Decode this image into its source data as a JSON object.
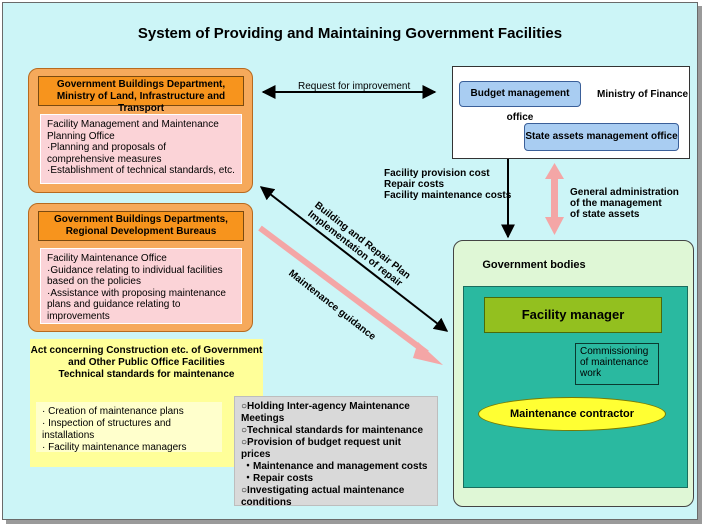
{
  "title": "System of Providing and Maintaining Government Facilities",
  "mlit": {
    "header": "Government Buildings Department, Ministry of Land, Infrastructure and Transport",
    "office": "Facility Management and Maintenance Planning Office",
    "items": [
      "·Planning and proposals of comprehensive measures",
      "·Establishment of technical standards, etc."
    ]
  },
  "regional": {
    "header": "Government Buildings Departments, Regional Development Bureaus",
    "office": "Facility Maintenance Office",
    "items": [
      "·Guidance relating to individual facilities based on the policies",
      "·Assistance with proposing maintenance plans and guidance relating to improvements"
    ]
  },
  "finance": {
    "budget": "Budget management office",
    "ministry": "Ministry of Finance",
    "state_assets": "State assets management office"
  },
  "arrows": {
    "request": "Request for improvement",
    "costs": [
      "Facility provision cost",
      "Repair costs",
      "Facility maintenance costs"
    ],
    "general_admin": [
      "General administration",
      "of the management",
      "of state assets"
    ],
    "building_plan": [
      "Building and Repair Plan",
      "Implementation of repair"
    ],
    "guidance": "Maintenance guidance"
  },
  "gov": {
    "title": "Government bodies",
    "facility_manager": "Facility manager",
    "commissioning": [
      "Commissioning",
      "of maintenance",
      "work"
    ],
    "contractor": "Maintenance contractor"
  },
  "act": {
    "title": [
      "Act concerning Construction etc. of Government",
      "and Other Public Office Facilities",
      "Technical standards for maintenance"
    ],
    "items": [
      "· Creation of maintenance plans",
      "· Inspection of structures and installations",
      "· Facility maintenance managers"
    ]
  },
  "gray": {
    "items": [
      "○Holding Inter-agency Maintenance Meetings",
      "○Technical standards for maintenance",
      "○Provision of budget request unit prices",
      "・Maintenance and management costs",
      "・Repair costs",
      "○Investigating actual maintenance conditions"
    ]
  },
  "colors": {
    "background": "#ccf5f7",
    "orange": "#f7941d",
    "pink": "#fbd3d7",
    "blue": "#a9cdf2",
    "green": "#93c01f",
    "teal": "#2ab9a0",
    "yellow": "#ffff33"
  }
}
